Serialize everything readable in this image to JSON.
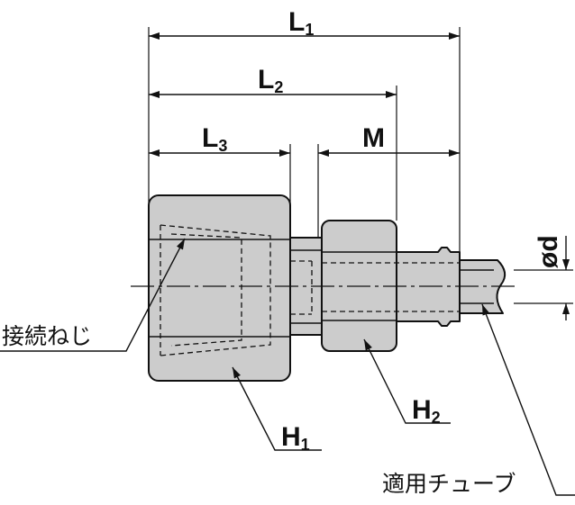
{
  "colors": {
    "body_fill": "#cccccc",
    "line": "#111111",
    "background": "#ffffff"
  },
  "labels": {
    "L1": {
      "main": "L",
      "sub": "1"
    },
    "L2": {
      "main": "L",
      "sub": "2"
    },
    "L3": {
      "main": "L",
      "sub": "3"
    },
    "M": {
      "main": "M"
    },
    "od": {
      "main": "ød"
    },
    "H1": {
      "main": "H",
      "sub": "1"
    },
    "H2": {
      "main": "H",
      "sub": "2"
    },
    "connection_thread": "接続ねじ",
    "applicable_tube": "適用チューブ"
  }
}
